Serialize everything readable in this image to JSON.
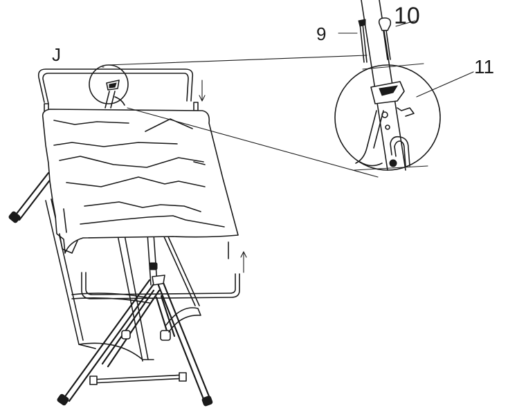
{
  "labels": {
    "step": "J",
    "part_9": "9",
    "part_10": "10",
    "part_11": "11"
  },
  "colors": {
    "line": "#1a1a1a",
    "background": "#ffffff"
  }
}
